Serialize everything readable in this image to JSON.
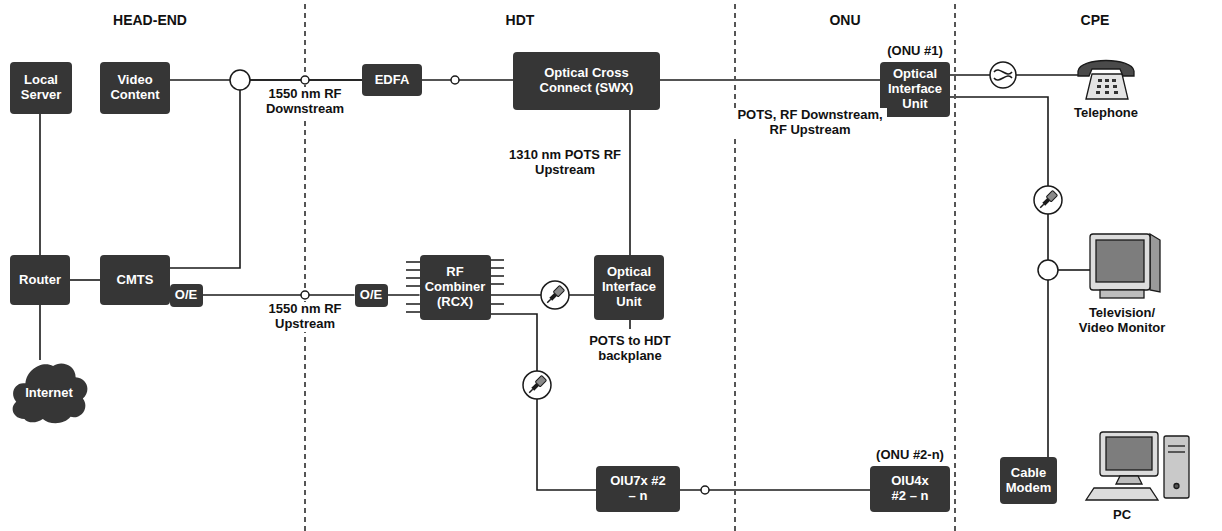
{
  "diagram": {
    "nodes": [
      {
        "text": [
          "Local Server"
        ]
      },
      {
        "text": [
          "Video Content"
        ]
      },
      {
        "text": [
          "EDFA"
        ]
      },
      {
        "text": [
          "Optical Cross Connect (SWX)"
        ]
      },
      {
        "text": [
          "(ONU #1)",
          "Optical Interface Unit"
        ]
      },
      {
        "text": [
          "Router"
        ]
      },
      {
        "text": [
          "CMTS"
        ]
      },
      {
        "text": [
          "O/E"
        ]
      },
      {
        "text": [
          "O/E"
        ]
      },
      {
        "text": [
          "RF Combiner (RCX)"
        ]
      },
      {
        "text": [
          "Optical Interface Unit"
        ]
      },
      {
        "text": [
          "Internet"
        ]
      },
      {
        "text": [
          "OIU7x #2 – n"
        ]
      },
      {
        "text": [
          "(ONU #2-n)",
          "OIU4x #2 – n"
        ]
      },
      {
        "text": [
          "Cable Modem"
        ]
      }
    ],
    "edges": [
      {
        "from": 0,
        "to": 5,
        "arrow": "none"
      },
      {
        "from": 5,
        "to": 6,
        "arrow": "none"
      },
      {
        "from": 5,
        "to": 11,
        "arrow": "none"
      },
      {
        "from": 1,
        "to": 2,
        "arrow": "none"
      },
      {
        "from": 6,
        "to": 2,
        "arrow": "none"
      },
      {
        "from": 2,
        "to": 3,
        "arrow": "none"
      },
      {
        "from": 3,
        "to": 4,
        "label": "POTS, RF Downstream, RF Upstream",
        "arrow": "none"
      },
      {
        "from": 3,
        "to": 10,
        "label": "1310 nm POTS RF Upstream",
        "arrow": "none"
      },
      {
        "from": 7,
        "to": 8,
        "label": "1550 nm RF Upstream",
        "arrow": "none"
      },
      {
        "from": 8,
        "to": 9,
        "arrow": "none"
      },
      {
        "from": 9,
        "to": 10,
        "arrow": "none"
      },
      {
        "from": 9,
        "to": 12,
        "arrow": "none"
      },
      {
        "from": 12,
        "to": 13,
        "arrow": "none"
      },
      {
        "from": 4,
        "to": 14,
        "arrow": "none"
      }
    ],
    "labels": [
      "HEAD-END",
      "HDT",
      "ONU",
      "CPE",
      "1550 nm RF Downstream",
      "POTS to HDT backplane",
      "Telephone",
      "Television/ Video Monitor",
      "PC"
    ]
  }
}
